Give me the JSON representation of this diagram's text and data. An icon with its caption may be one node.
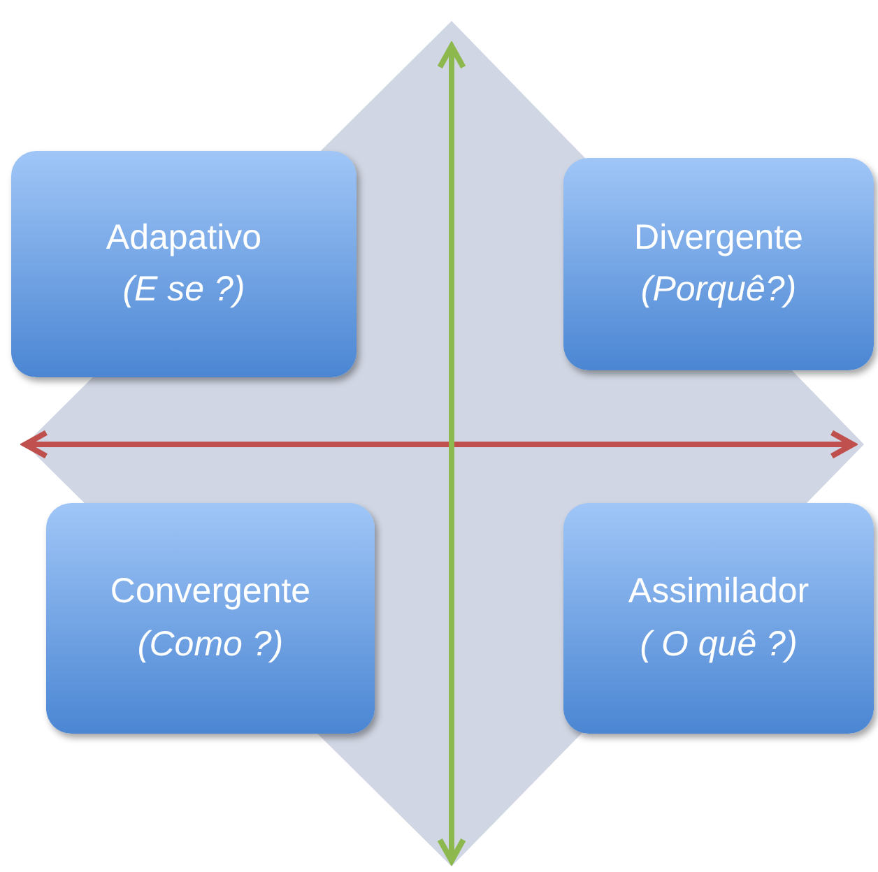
{
  "diagram": {
    "nodes": [
      {
        "text": [
          "Adapativo",
          "(E se ?)"
        ]
      },
      {
        "text": [
          "Divergente",
          "(Porquê?)"
        ]
      },
      {
        "text": [
          "Convergente",
          "(Como ?)"
        ]
      },
      {
        "text": [
          "Assimilador",
          "( O quê ?)"
        ]
      }
    ]
  }
}
